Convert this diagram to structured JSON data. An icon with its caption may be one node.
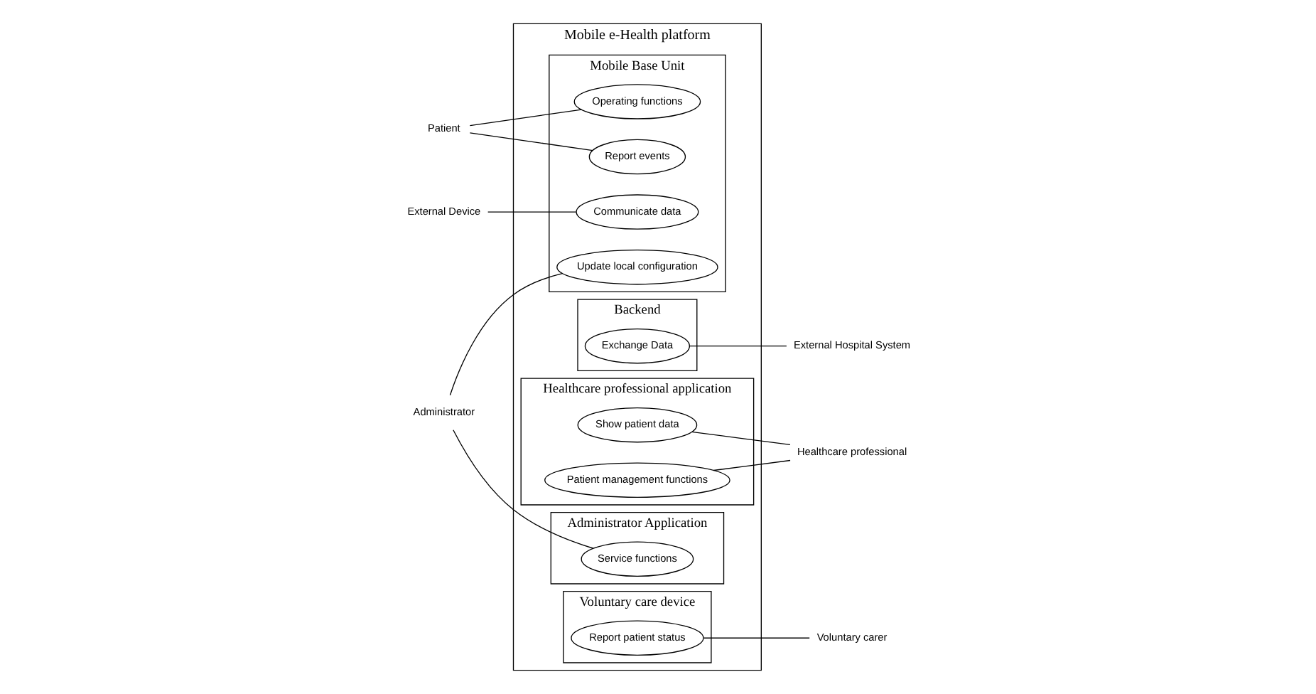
{
  "diagram": {
    "nodes": [
      {
        "text": [
          "Mobile e-Health platform"
        ]
      },
      {
        "text": [
          "Mobile Base Unit"
        ],
        "in": 0
      },
      {
        "text": [
          "Operating functions"
        ],
        "in": 1
      },
      {
        "text": [
          "Report events"
        ],
        "in": 1
      },
      {
        "text": [
          "Communicate data"
        ],
        "in": 1
      },
      {
        "text": [
          "Update local configuration"
        ],
        "in": 1
      },
      {
        "text": [
          "Backend"
        ],
        "in": 0
      },
      {
        "text": [
          "Exchange Data"
        ],
        "in": 6
      },
      {
        "text": [
          "Healthcare professional application"
        ],
        "in": 0
      },
      {
        "text": [
          "Show patient data"
        ],
        "in": 8
      },
      {
        "text": [
          "Patient management functions"
        ],
        "in": 8
      },
      {
        "text": [
          "Administrator Application"
        ],
        "in": 0
      },
      {
        "text": [
          "Service functions"
        ],
        "in": 11
      },
      {
        "text": [
          "Voluntary care device"
        ],
        "in": 0
      },
      {
        "text": [
          "Report patient status"
        ],
        "in": 13
      },
      {
        "text": [
          "Patient"
        ]
      },
      {
        "text": [
          "External Device"
        ]
      },
      {
        "text": [
          "Administrator"
        ]
      },
      {
        "text": [
          "External Hospital System"
        ]
      },
      {
        "text": [
          "Healthcare professional"
        ]
      },
      {
        "text": [
          "Voluntary carer"
        ]
      }
    ],
    "edges": [
      {
        "from": 15,
        "to": 2,
        "arrow": "none"
      },
      {
        "from": 15,
        "to": 3,
        "arrow": "none"
      },
      {
        "from": 16,
        "to": 4,
        "arrow": "none"
      },
      {
        "from": 17,
        "to": 5,
        "arrow": "none"
      },
      {
        "from": 17,
        "to": 12,
        "arrow": "none"
      },
      {
        "from": 7,
        "to": 18,
        "arrow": "none"
      },
      {
        "from": 9,
        "to": 19,
        "arrow": "none"
      },
      {
        "from": 10,
        "to": 19,
        "arrow": "none"
      },
      {
        "from": 14,
        "to": 20,
        "arrow": "none"
      }
    ]
  }
}
